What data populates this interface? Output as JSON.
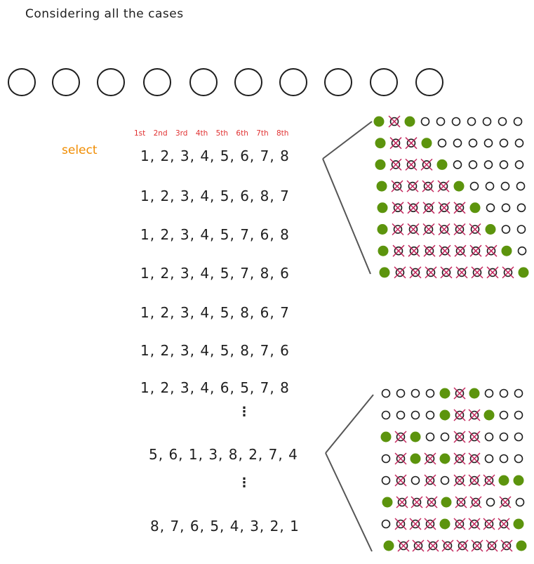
{
  "title": "Considering all the cases",
  "select_label": "select",
  "ordinals": [
    "1st",
    "2nd",
    "3rd",
    "4th",
    "5th",
    "6th",
    "7th",
    "8th"
  ],
  "top_circle_count": 10,
  "permutations": [
    "1, 2, 3, 4, 5, 6, 7, 8",
    "1, 2, 3, 4, 5, 6, 8, 7",
    "1, 2, 3, 4, 5, 7, 6, 8",
    "1, 2, 3, 4, 5, 7, 8, 6",
    "1, 2, 3, 4, 5, 8, 6, 7",
    "1, 2, 3, 4, 5, 8, 7, 6",
    "1, 2, 3, 4, 6, 5, 7, 8",
    "5, 6, 1, 3, 8, 2, 7, 4",
    "8, 7, 6, 5, 4, 3, 2, 1"
  ],
  "vdots": [
    "⋮",
    "⋮"
  ],
  "colors": {
    "text": "#1e1e1e",
    "ordinal": "#e03131",
    "select": "#f08c00",
    "filled": "#5c940d",
    "cross": "#c2255c"
  },
  "grid_top": [
    "gxgooooooo",
    "gxxgoooooo",
    "gxxxgooooo",
    "gxxxxgoooo",
    "gxxxxxgooo",
    "gxxxxxxgoo",
    "gxxxxxxxgo",
    "gxxxxxxxxg"
  ],
  "grid_bottom": [
    "oooogxgooo",
    "oooogxxgoo",
    "gxgooxxooo",
    "oxgxgxxooo",
    "oxoxoxxxgg",
    "gxxxgxxoxo",
    "oxxxgxxxxg",
    "gxxxxxxxxg"
  ]
}
